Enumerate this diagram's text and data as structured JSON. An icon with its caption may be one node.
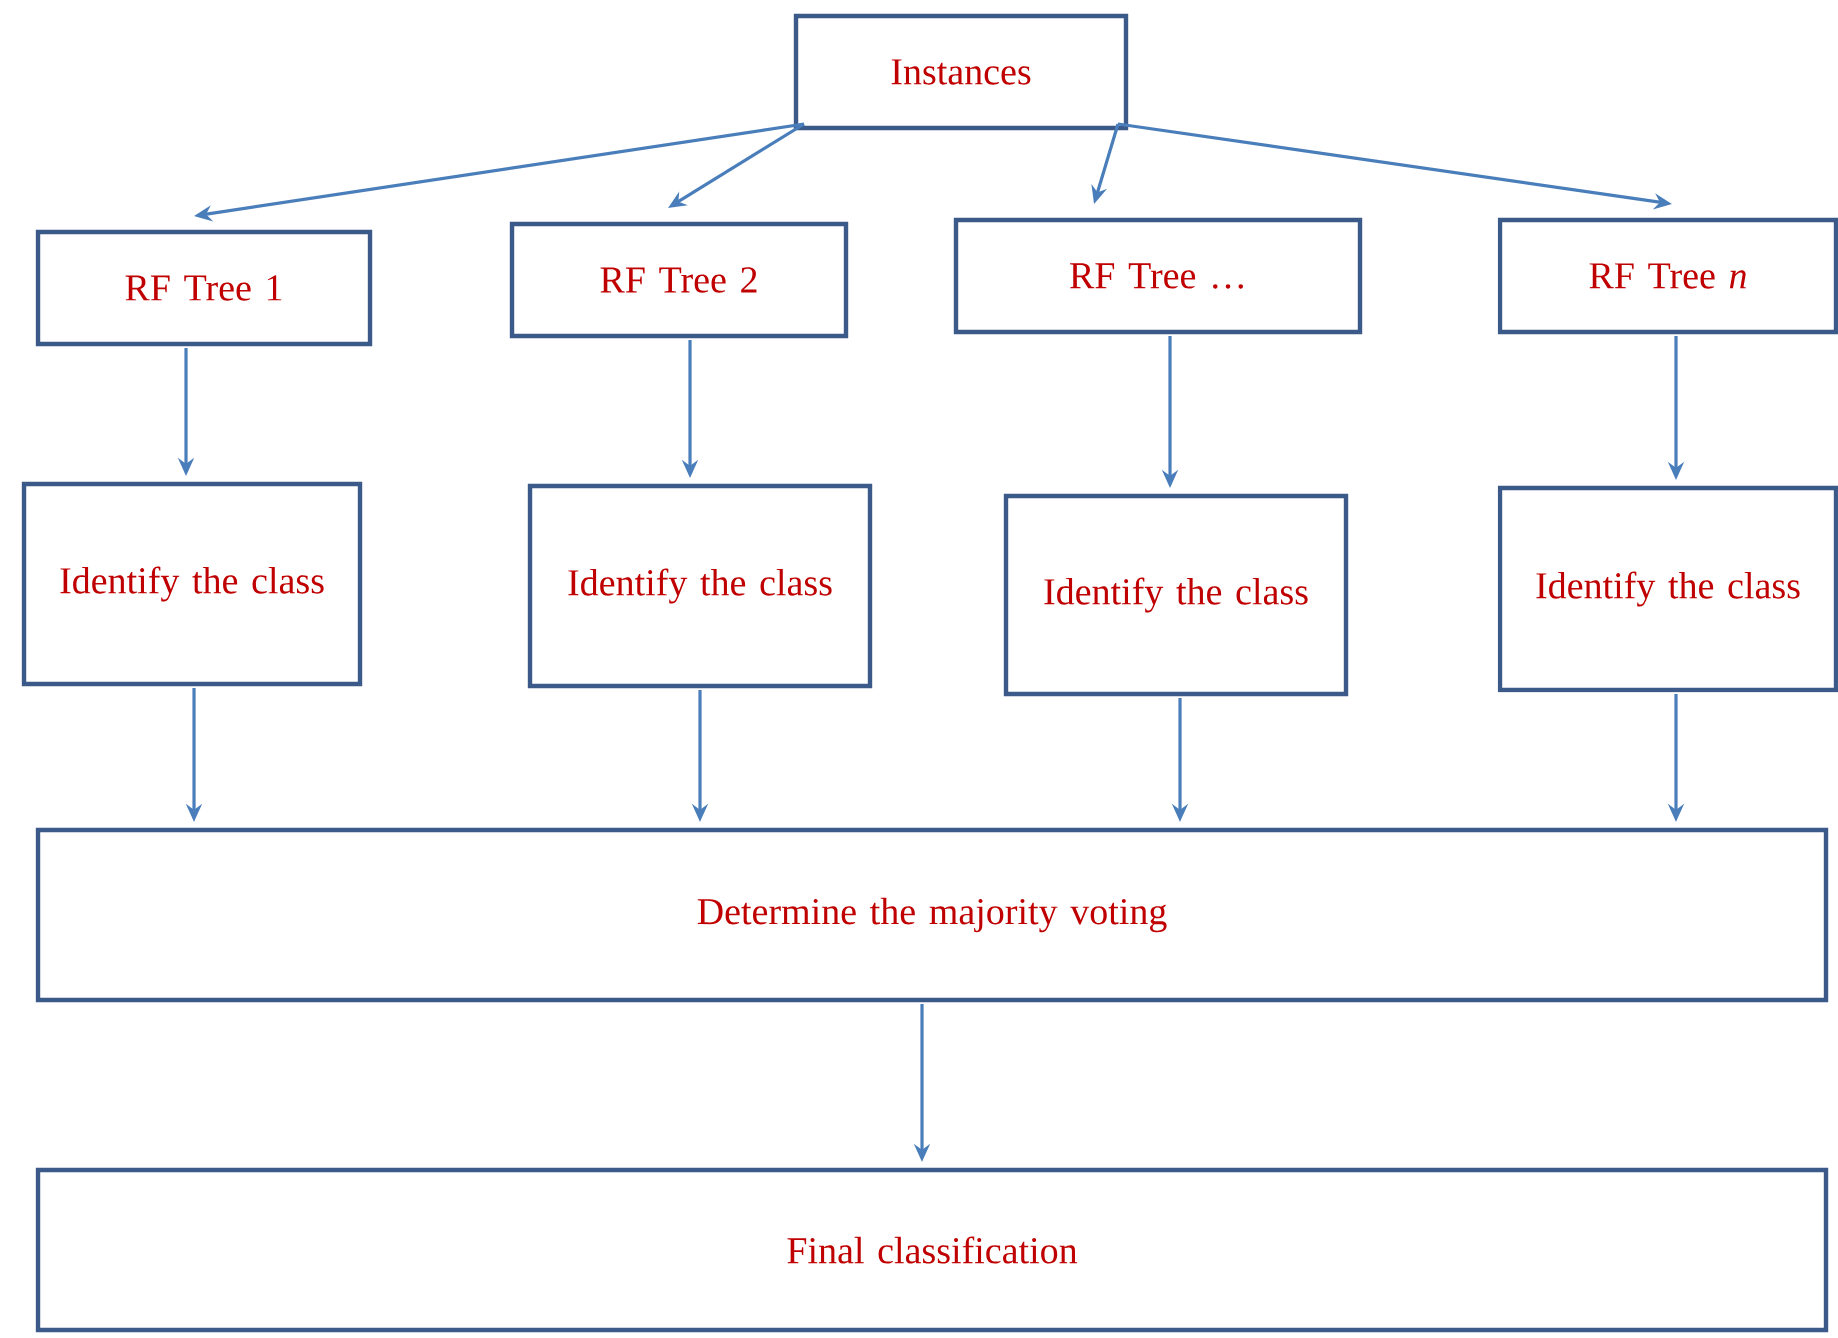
{
  "diagram": {
    "nodes": [
      {
        "text": [
          "Instances"
        ]
      },
      {
        "text": [
          "RF Tree 1"
        ]
      },
      {
        "text": [
          "RF Tree 2"
        ]
      },
      {
        "text": [
          "RF Tree …"
        ]
      },
      {
        "text": [
          "RF Tree *n*"
        ]
      },
      {
        "text": [
          "Identify the class"
        ]
      },
      {
        "text": [
          "Identify the class"
        ]
      },
      {
        "text": [
          "Identify the class"
        ]
      },
      {
        "text": [
          "Identify the class"
        ]
      },
      {
        "text": [
          "Determine the majority voting"
        ]
      },
      {
        "text": [
          "Final classification"
        ]
      }
    ],
    "edges": [
      {
        "from": 0,
        "to": 1,
        "arrow": "to"
      },
      {
        "from": 0,
        "to": 2,
        "arrow": "to"
      },
      {
        "from": 0,
        "to": 3,
        "arrow": "to"
      },
      {
        "from": 0,
        "to": 4,
        "arrow": "to"
      },
      {
        "from": 1,
        "to": 5,
        "arrow": "to"
      },
      {
        "from": 2,
        "to": 6,
        "arrow": "to"
      },
      {
        "from": 3,
        "to": 7,
        "arrow": "to"
      },
      {
        "from": 4,
        "to": 8,
        "arrow": "to"
      },
      {
        "from": 5,
        "to": 9,
        "arrow": "to"
      },
      {
        "from": 6,
        "to": 9,
        "arrow": "to"
      },
      {
        "from": 7,
        "to": 9,
        "arrow": "to"
      },
      {
        "from": 8,
        "to": 9,
        "arrow": "to"
      },
      {
        "from": 9,
        "to": 10,
        "arrow": "to"
      }
    ]
  }
}
